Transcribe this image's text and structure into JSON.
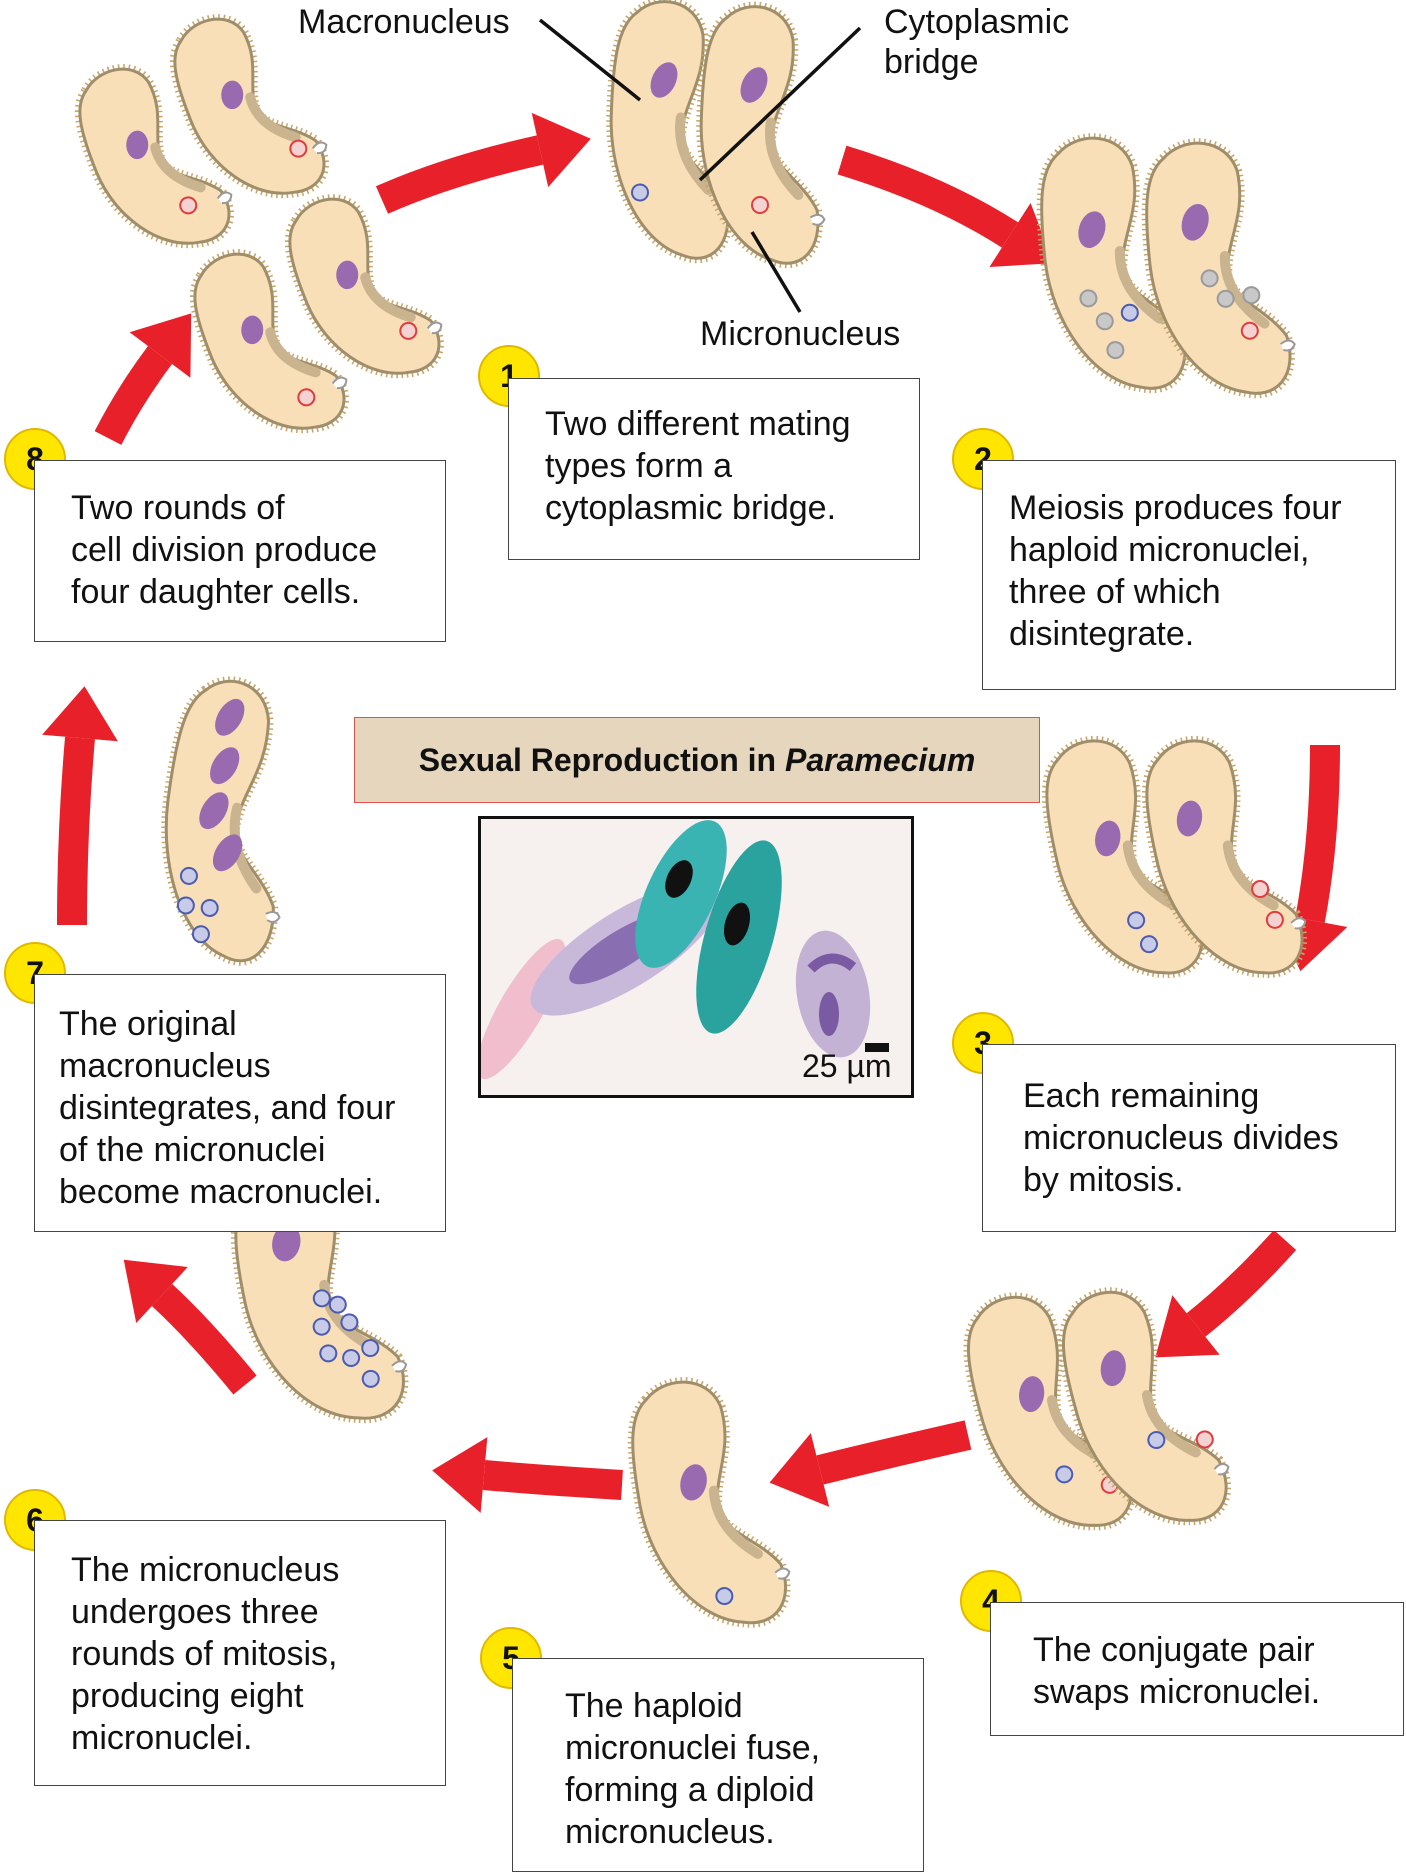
{
  "title": {
    "prefix": "Sexual Reproduction in ",
    "organism": "Paramecium"
  },
  "labels": {
    "macronucleus": "Macronucleus",
    "cytoplasmic_bridge_1": "Cytoplasmic",
    "cytoplasmic_bridge_2": "bridge",
    "micronucleus": "Micronucleus"
  },
  "micrograph": {
    "scale_bar": "25 µm"
  },
  "steps": [
    {
      "number": "1",
      "lines": [
        "Two different mating",
        "types form a",
        "cytoplasmic bridge."
      ]
    },
    {
      "number": "2",
      "lines": [
        "Meiosis produces four",
        "haploid micronuclei,",
        "three of which",
        "disintegrate."
      ]
    },
    {
      "number": "3",
      "lines": [
        "Each remaining",
        "micronucleus divides",
        "by mitosis."
      ]
    },
    {
      "number": "4",
      "lines": [
        "The conjugate pair",
        "swaps micronuclei."
      ]
    },
    {
      "number": "5",
      "lines": [
        "The haploid",
        "micronuclei fuse,",
        "forming a diploid",
        "micronucleus."
      ]
    },
    {
      "number": "6",
      "lines": [
        "The micronucleus",
        "undergoes three",
        "rounds of mitosis,",
        "producing eight",
        "micronuclei."
      ]
    },
    {
      "number": "7",
      "lines": [
        "The original",
        "macronucleus",
        "disintegrates, and four",
        "of the micronuclei",
        "become macronuclei."
      ]
    },
    {
      "number": "8",
      "lines": [
        "Two rounds of",
        "cell division produce",
        "four daughter cells."
      ]
    }
  ],
  "colors": {
    "cell_fill": "#f9dfb8",
    "cell_outline": "#a08e6a",
    "macronucleus": "#9a6ab0",
    "micronucleus_red": "#e23b3b",
    "micronucleus_blue": "#4b5bb0",
    "arrow": "#e8202a",
    "badge": "#ffe600"
  }
}
